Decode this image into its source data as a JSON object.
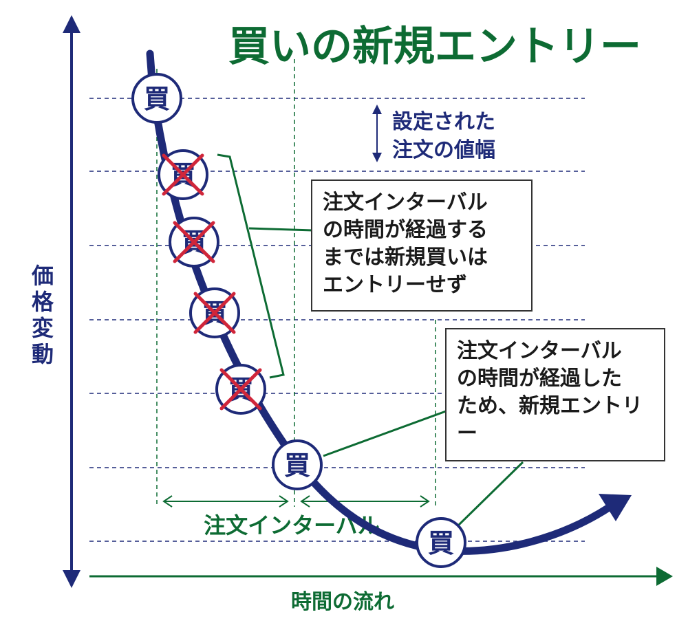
{
  "title": "買いの新規エントリー",
  "y_axis_label": "価格変動",
  "x_axis_label": "時間の流れ",
  "range_label": [
    "設定された",
    "注文の値幅"
  ],
  "interval_label": "注文インターバル",
  "callout_blocked": [
    "注文インターバル",
    "の時間が経過する",
    "までは新規買いは",
    "エントリーせず"
  ],
  "callout_entry": [
    "注文インターバル",
    "の時間が経過した",
    "ため、新規エントリ",
    "ー"
  ],
  "marker_label": "買",
  "markers": [
    {
      "status": "entry"
    },
    {
      "status": "skipped"
    },
    {
      "status": "skipped"
    },
    {
      "status": "skipped"
    },
    {
      "status": "skipped"
    },
    {
      "status": "entry"
    },
    {
      "status": "entry"
    }
  ],
  "colors": {
    "navy": "#1e2a78",
    "green": "#0d6b33",
    "cross": "#d0263a",
    "box_border": "#333333"
  }
}
